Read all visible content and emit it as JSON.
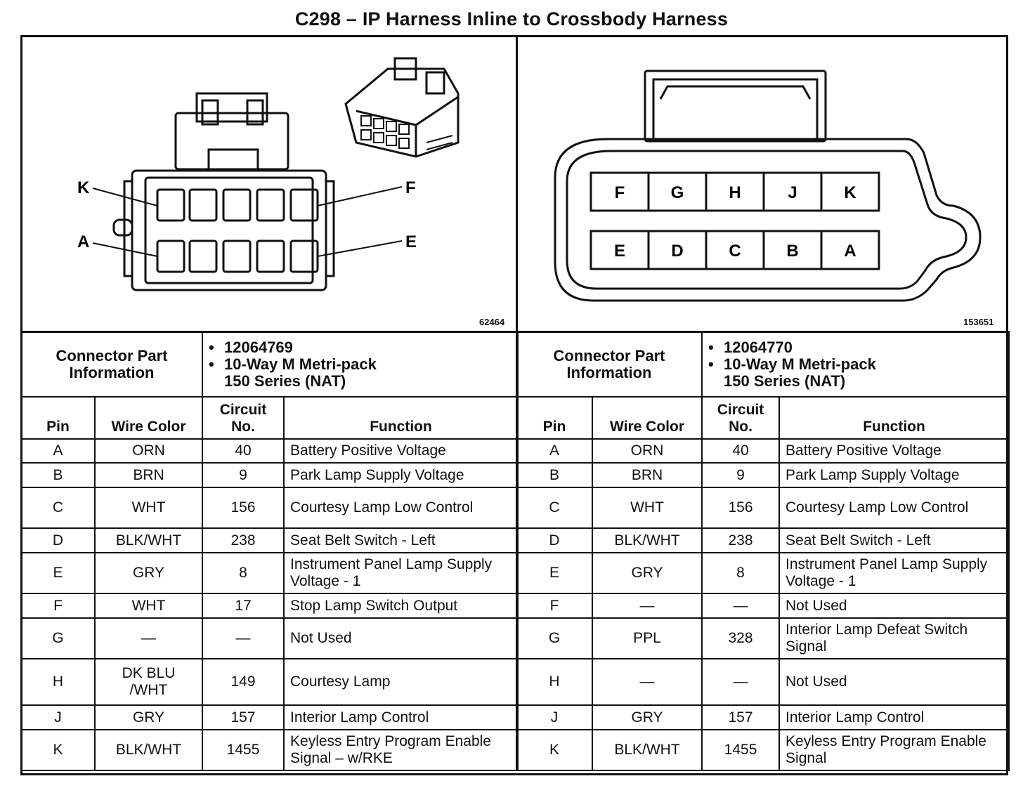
{
  "title": "C298 – IP Harness Inline to Crossbody Harness",
  "left_diagram": {
    "figure_number": "62464",
    "callouts": {
      "top_left": "K",
      "bottom_left": "A",
      "top_right": "F",
      "bottom_right": "E"
    }
  },
  "right_diagram": {
    "figure_number": "153651",
    "top_row": [
      "F",
      "G",
      "H",
      "J",
      "K"
    ],
    "bottom_row": [
      "E",
      "D",
      "C",
      "B",
      "A"
    ]
  },
  "left_table": {
    "info_label": "Connector Part Information",
    "part_number": "12064769",
    "description_line1": "10-Way M Metri-pack",
    "description_line2": "150 Series (NAT)",
    "headers": {
      "pin": "Pin",
      "wire_color": "Wire Color",
      "circuit": "Circuit No.",
      "function": "Function"
    },
    "rows": [
      {
        "pin": "A",
        "wire": "ORN",
        "circuit": "40",
        "function": "Battery Positive Voltage"
      },
      {
        "pin": "B",
        "wire": "BRN",
        "circuit": "9",
        "function": "Park Lamp Supply Voltage"
      },
      {
        "pin": "C",
        "wire": "WHT",
        "circuit": "156",
        "function": "Courtesy Lamp Low Control"
      },
      {
        "pin": "D",
        "wire": "BLK/WHT",
        "circuit": "238",
        "function": "Seat Belt Switch - Left"
      },
      {
        "pin": "E",
        "wire": "GRY",
        "circuit": "8",
        "function": "Instrument Panel Lamp Supply Voltage - 1"
      },
      {
        "pin": "F",
        "wire": "WHT",
        "circuit": "17",
        "function": "Stop Lamp Switch Output"
      },
      {
        "pin": "G",
        "wire": "—",
        "circuit": "—",
        "function": "Not Used"
      },
      {
        "pin": "H",
        "wire": "DK BLU /WHT",
        "circuit": "149",
        "function": "Courtesy Lamp"
      },
      {
        "pin": "J",
        "wire": "GRY",
        "circuit": "157",
        "function": "Interior Lamp Control"
      },
      {
        "pin": "K",
        "wire": "BLK/WHT",
        "circuit": "1455",
        "function": "Keyless Entry Program Enable Signal – w/RKE"
      }
    ]
  },
  "right_table": {
    "info_label": "Connector Part Information",
    "part_number": "12064770",
    "description_line1": "10-Way M Metri-pack",
    "description_line2": "150 Series (NAT)",
    "headers": {
      "pin": "Pin",
      "wire_color": "Wire Color",
      "circuit": "Circuit No.",
      "function": "Function"
    },
    "rows": [
      {
        "pin": "A",
        "wire": "ORN",
        "circuit": "40",
        "function": "Battery Positive Voltage"
      },
      {
        "pin": "B",
        "wire": "BRN",
        "circuit": "9",
        "function": "Park Lamp Supply Voltage"
      },
      {
        "pin": "C",
        "wire": "WHT",
        "circuit": "156",
        "function": "Courtesy Lamp Low Control"
      },
      {
        "pin": "D",
        "wire": "BLK/WHT",
        "circuit": "238",
        "function": "Seat Belt Switch - Left"
      },
      {
        "pin": "E",
        "wire": "GRY",
        "circuit": "8",
        "function": "Instrument Panel Lamp Supply Voltage - 1"
      },
      {
        "pin": "F",
        "wire": "—",
        "circuit": "—",
        "function": "Not Used"
      },
      {
        "pin": "G",
        "wire": "PPL",
        "circuit": "328",
        "function": "Interior Lamp Defeat Switch Signal"
      },
      {
        "pin": "H",
        "wire": "—",
        "circuit": "—",
        "function": "Not Used"
      },
      {
        "pin": "J",
        "wire": "GRY",
        "circuit": "157",
        "function": "Interior Lamp Control"
      },
      {
        "pin": "K",
        "wire": "BLK/WHT",
        "circuit": "1455",
        "function": "Keyless Entry Program Enable Signal"
      }
    ]
  }
}
